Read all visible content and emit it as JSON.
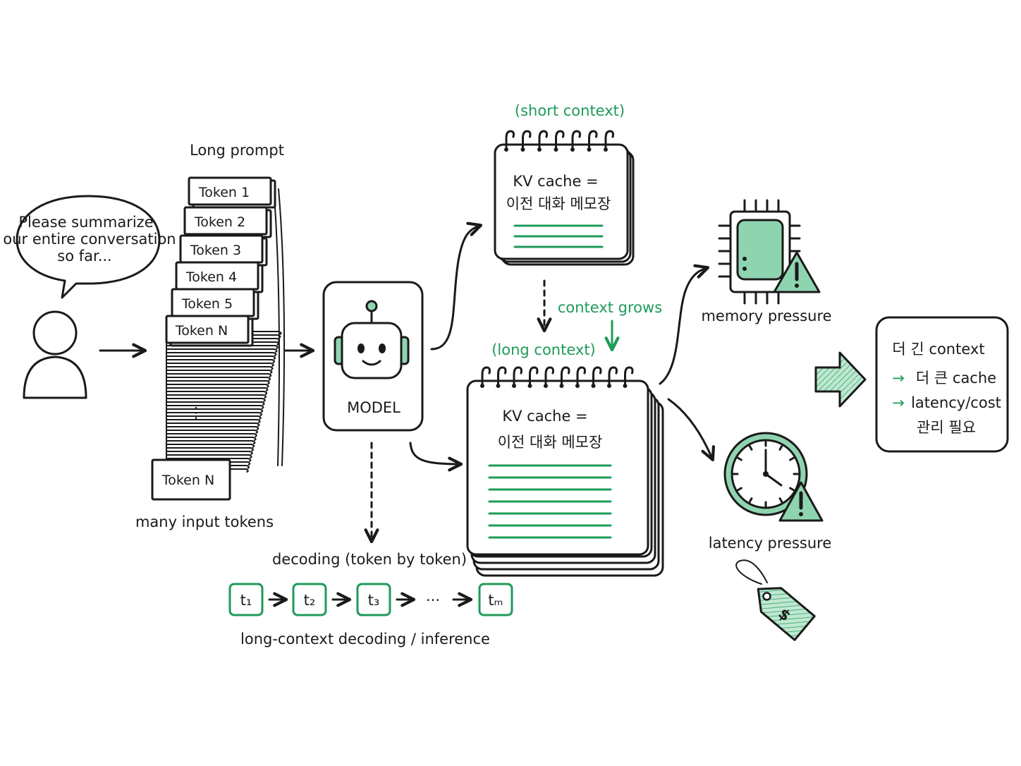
{
  "speech": {
    "line1": "Please summarize",
    "line2": "our entire conversation",
    "line3": "so far..."
  },
  "prompt": {
    "title": "Long prompt",
    "tokens": [
      "Token 1",
      "Token 2",
      "Token 3",
      "Token 4",
      "Token 5",
      "Token N"
    ],
    "ellipsis": "⋮",
    "bottom_token": "Token N",
    "caption": "many input tokens"
  },
  "model": {
    "label": "MODEL"
  },
  "kv_short": {
    "caption": "(short context)",
    "line1": "KV cache =",
    "line2": "이전 대화 메모장"
  },
  "growth": {
    "label": "context grows"
  },
  "kv_long": {
    "caption": "(long context)",
    "line1": "KV cache =",
    "line2": "이전 대화 메모장"
  },
  "decoding": {
    "label": "decoding (token by token)",
    "tokens": [
      "t₁",
      "t₂",
      "t₃",
      "tₘ"
    ],
    "dots": "···",
    "caption": "long-context decoding / inference"
  },
  "pressures": {
    "memory": "memory pressure",
    "latency": "latency pressure",
    "cost_symbol": "$"
  },
  "summary": {
    "line1": "더 긴 context",
    "line2": "더 큰 cache",
    "line3": "latency/cost",
    "line4": "관리 필요",
    "arrow": "→"
  },
  "colors": {
    "accent": "#1f9a5a",
    "accent_fill": "#8fd4b0",
    "ink": "#1a1a1a"
  }
}
